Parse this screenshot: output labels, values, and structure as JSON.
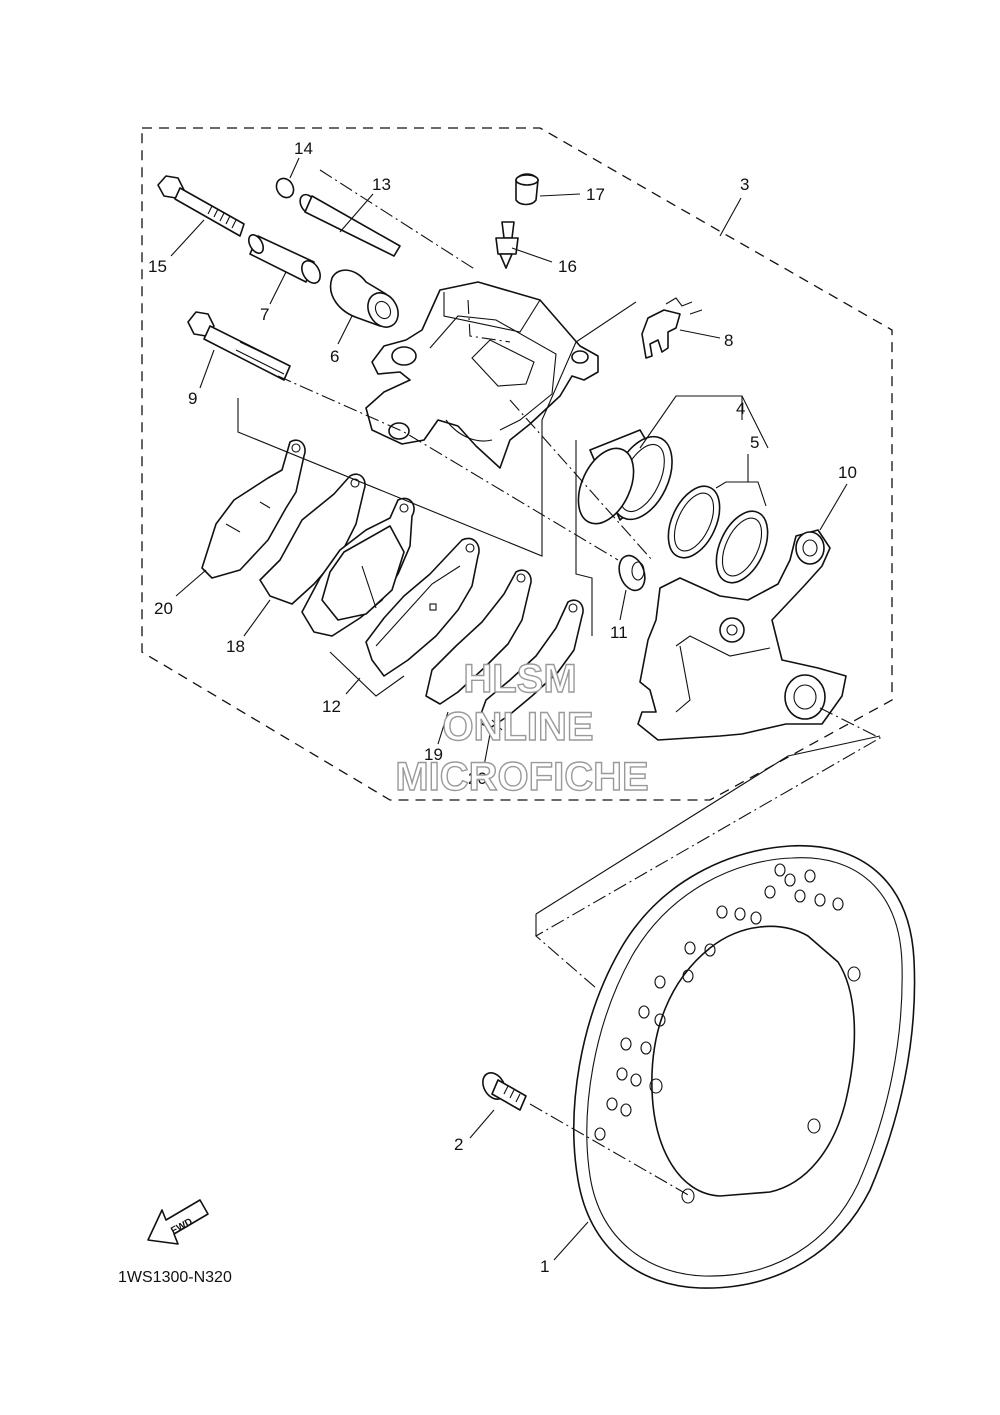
{
  "diagram_code": "1WS1300-N320",
  "watermark": {
    "line1": "HLSM",
    "line2": "ONLINE",
    "line3": "MICROFICHE"
  },
  "fwd_label": "FWD",
  "callouts": {
    "c1": "1",
    "c2": "2",
    "c3": "3",
    "c4": "4",
    "c5": "5",
    "c6": "6",
    "c7": "7",
    "c8": "8",
    "c9": "9",
    "c10": "10",
    "c11": "11",
    "c12": "12",
    "c13": "13",
    "c14": "14",
    "c15": "15",
    "c16": "16",
    "c17": "17",
    "c18": "18",
    "c19": "19",
    "c20a": "20",
    "c20b": "20"
  }
}
